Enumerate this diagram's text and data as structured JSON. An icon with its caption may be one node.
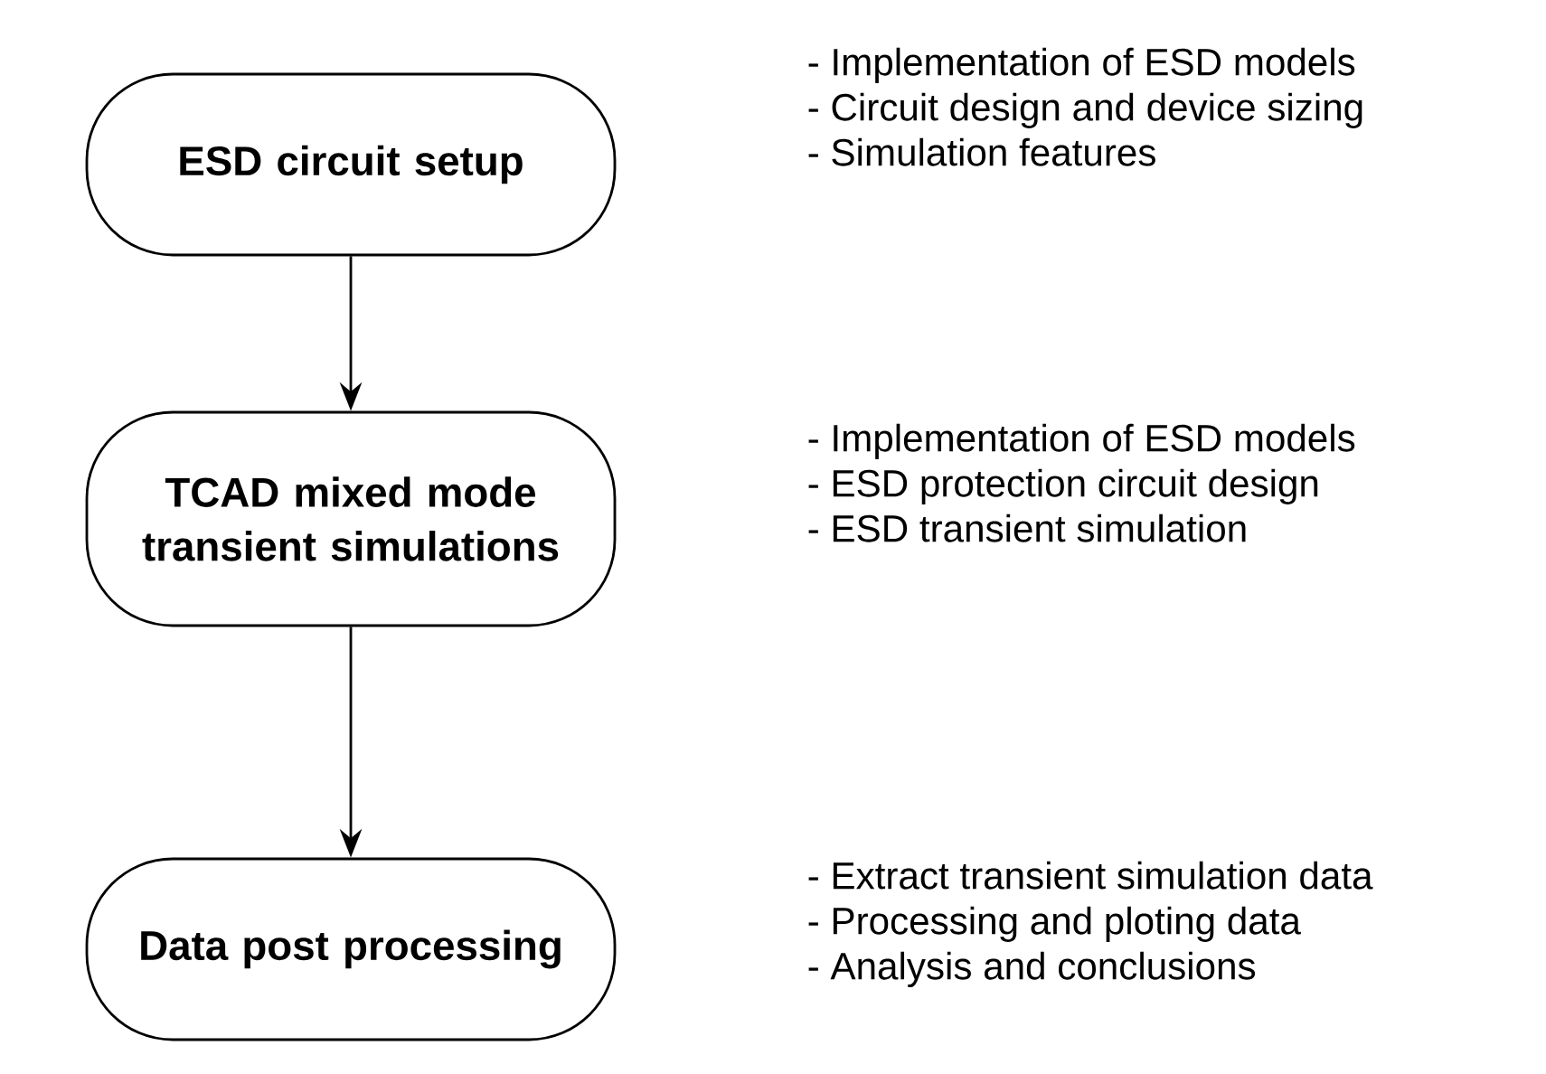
{
  "diagram": {
    "nodes": [
      {
        "text": [
          "ESD circuit setup"
        ],
        "beside": [
          "- Implementation of ESD models",
          "- Circuit design and device sizing",
          "- Simulation features"
        ]
      },
      {
        "text": [
          "TCAD mixed mode transient simulations"
        ],
        "beside": [
          "- Implementation of ESD models",
          "- ESD protection circuit design",
          "- ESD transient simulation"
        ]
      },
      {
        "text": [
          "Data post processing"
        ],
        "beside": [
          "- Extract transient simulation data",
          "- Processing and ploting data",
          "- Analysis and conclusions"
        ]
      }
    ],
    "edges": [
      {
        "from": 0,
        "to": 1,
        "arrow": "to"
      },
      {
        "from": 1,
        "to": 2,
        "arrow": "to"
      }
    ]
  }
}
